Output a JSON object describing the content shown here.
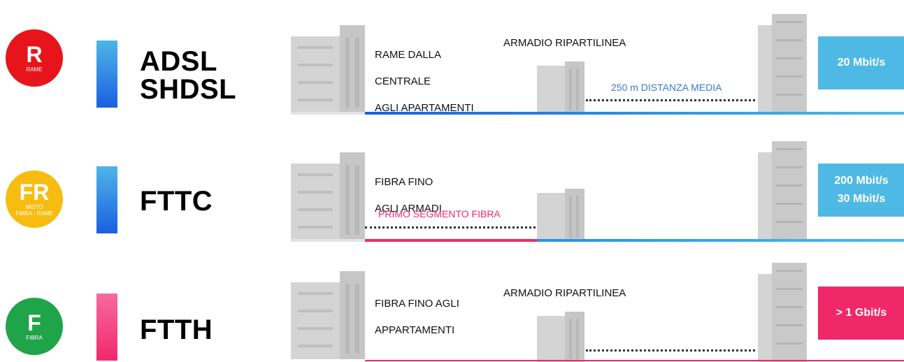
{
  "colors": {
    "rame": "#e8141b",
    "misto": "#f6bd10",
    "fibra": "#1fa44a",
    "blue_bar": "#2f8fe6",
    "pink": "#f0286a",
    "cyan_box": "#4fb9e6",
    "building": "#cfcfcf"
  },
  "rows": [
    {
      "badge": {
        "letter": "R",
        "sub": "RAME"
      },
      "tech": [
        "ADSL",
        "SHDSL"
      ],
      "caption_left": [
        "RAME DALLA",
        "CENTRALE",
        "AGLI APARTAMENTI"
      ],
      "caption_mid": "ARMADIO RIPARTILINEA",
      "note": "250 m DISTANZA MEDIA",
      "speed": [
        "20 Mbit/s"
      ]
    },
    {
      "badge": {
        "letter": "FR",
        "sub": "MISTO\nFIBRA - RAME"
      },
      "tech": [
        "FTTC"
      ],
      "caption_left": [
        "FIBRA FINO",
        "AGLI ARMADI"
      ],
      "note": "PRIMO SEGMENTO FIBRA",
      "speed": [
        "200 Mbit/s",
        "30 Mbit/s"
      ]
    },
    {
      "badge": {
        "letter": "F",
        "sub": "FIBRA"
      },
      "tech": [
        "FTTH"
      ],
      "caption_left": [
        "FIBRA FINO AGLI",
        "APPARTAMENTI"
      ],
      "caption_mid": "ARMADIO RIPARTILINEA",
      "speed": [
        "> 1 Gbit/s"
      ]
    }
  ]
}
